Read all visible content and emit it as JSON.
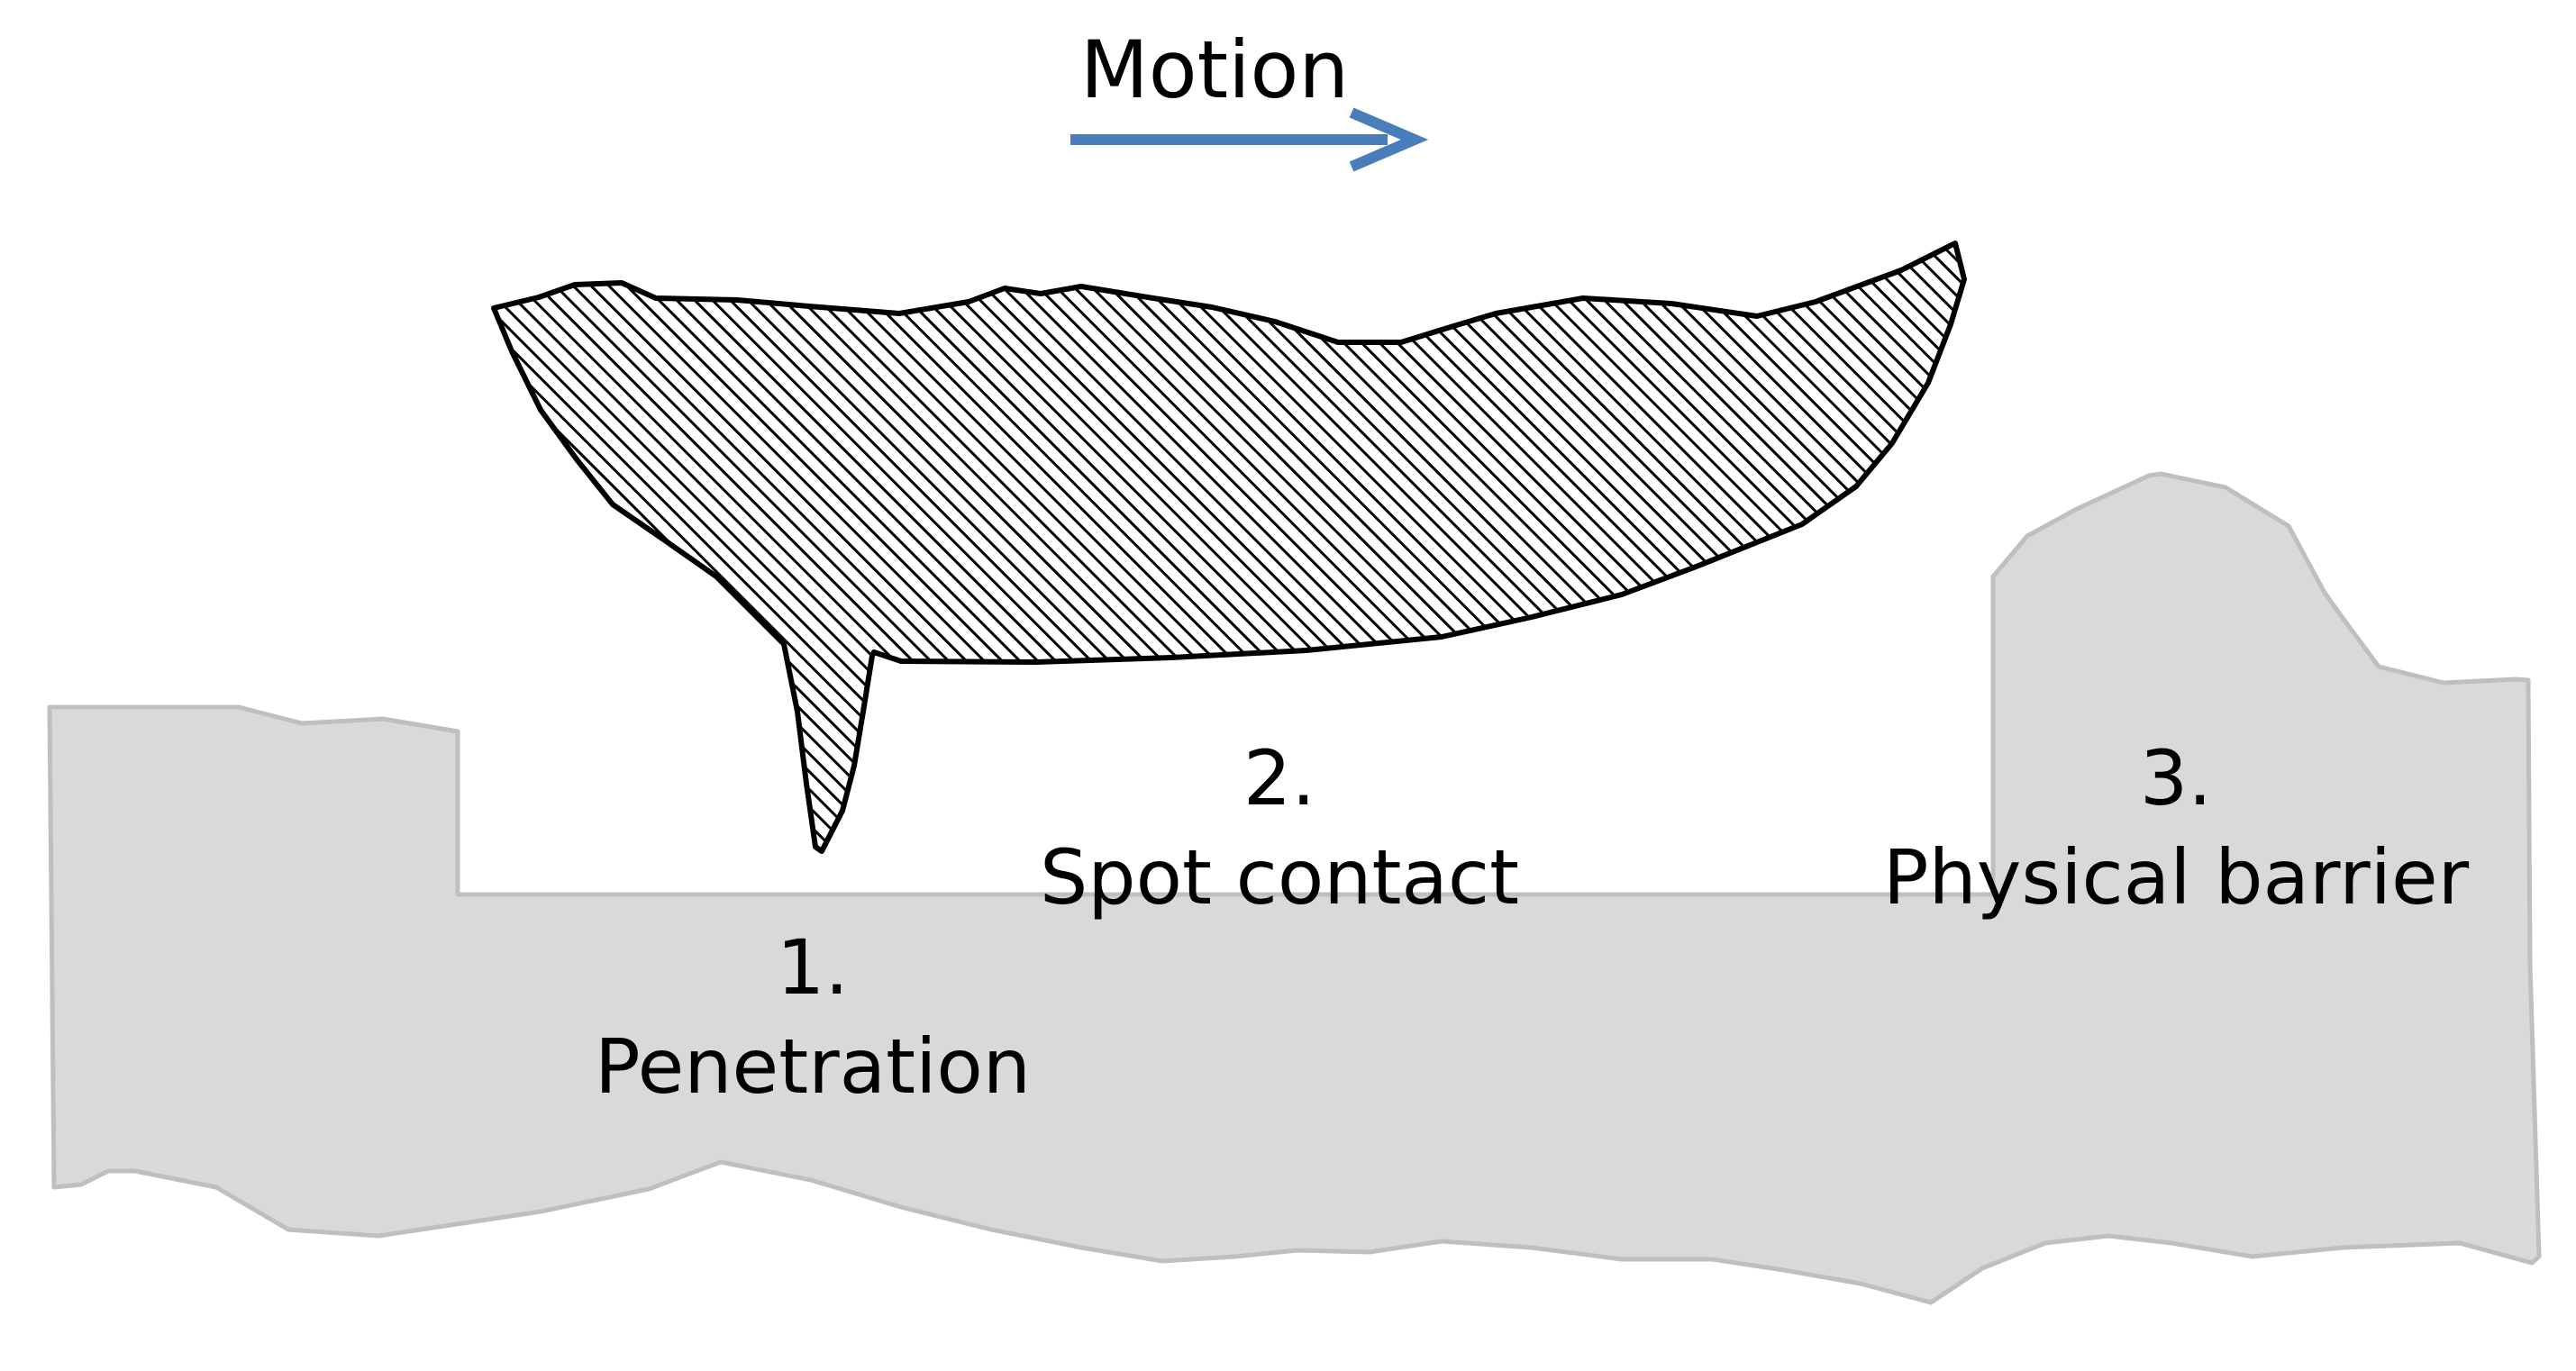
{
  "motion": {
    "label": "Motion",
    "arrow_color": "#4a7ebb",
    "arrow_icon": "right-arrow-icon"
  },
  "steps": [
    {
      "number": "1.",
      "label": "Penetration"
    },
    {
      "number": "2.",
      "label": "Spot contact"
    },
    {
      "number": "3.",
      "label": "Physical barrier"
    }
  ],
  "colors": {
    "substrate_fill": "#d9d9d9",
    "substrate_stroke": "#bfbfbf",
    "particle_outline": "#000000",
    "hatch": "#000000",
    "background": "#ffffff"
  }
}
